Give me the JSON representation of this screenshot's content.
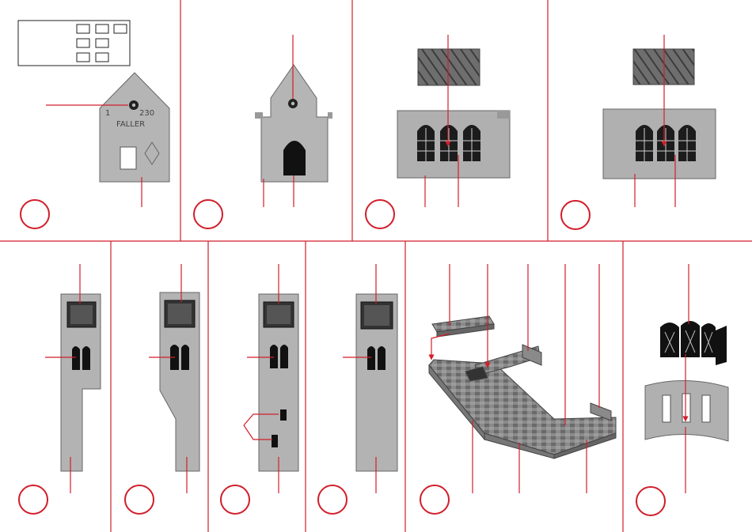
{
  "colors": {
    "frame": "#d21e2a",
    "step_circle": "#d21e2a",
    "arrow": "#d21e2a",
    "part_gray": "#a8a8a8",
    "part_dark": "#2a2a2a"
  },
  "panel_top": {
    "molding_text": "FALLER",
    "number_left": "1",
    "number_right": "230"
  },
  "icons": {
    "sprue_chart": "sprue-chart-icon",
    "step_marker": "step-circle-icon"
  }
}
